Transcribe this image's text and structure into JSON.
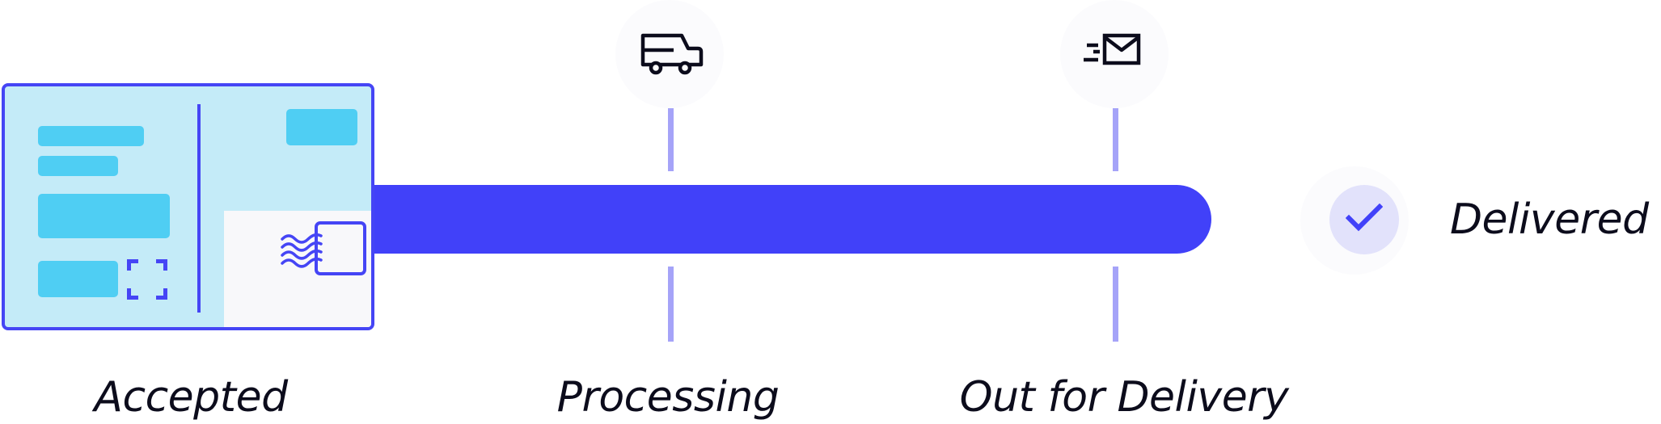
{
  "stages": [
    {
      "id": "accepted",
      "label": "Accepted",
      "icon": "postcard-icon",
      "status": "complete"
    },
    {
      "id": "processing",
      "label": "Processing",
      "icon": "truck-icon",
      "status": "complete"
    },
    {
      "id": "out_for_delivery",
      "label": "Out for Delivery",
      "icon": "fast-mail-icon",
      "status": "complete"
    },
    {
      "id": "delivered",
      "label": "Delivered",
      "icon": "checkmark-icon",
      "status": "pending"
    }
  ],
  "colors": {
    "accent": "#4141f9",
    "tick": "#a5a3f8",
    "postcard_fill": "#c4ebf8",
    "postcard_bars": "#4fcef3",
    "badge_fill": "#e2e2fb",
    "text": "#0c0c1c"
  }
}
